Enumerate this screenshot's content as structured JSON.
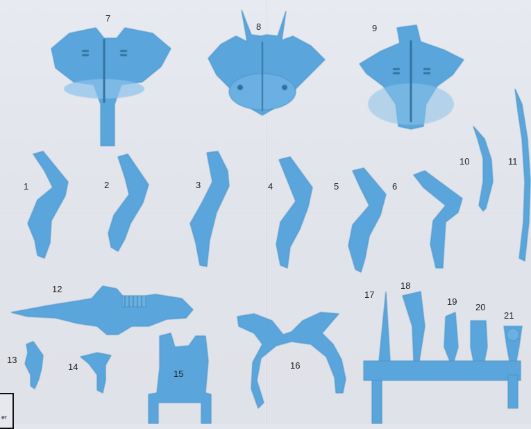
{
  "sheet": {
    "part_numbers": [
      "1",
      "2",
      "3",
      "4",
      "5",
      "6",
      "7",
      "8",
      "9",
      "10",
      "11",
      "12",
      "13",
      "14",
      "15",
      "16",
      "17",
      "18",
      "19",
      "20",
      "21"
    ],
    "corner_fragment": "er"
  },
  "colors": {
    "paper": "#e3e6ec",
    "part_fill": "#5aa6dc",
    "part_shadow": "#4a92c8",
    "label": "#1e1e1e"
  }
}
